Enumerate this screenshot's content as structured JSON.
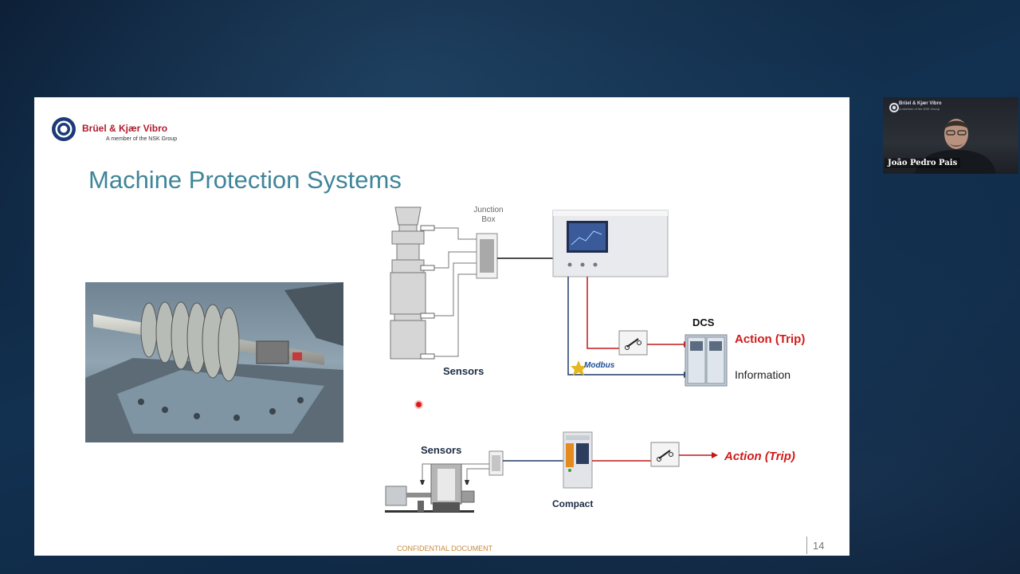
{
  "slide": {
    "logo_name": "Brüel & Kjær Vibro",
    "logo_sub": "A member of the NSK Group",
    "title": "Machine Protection Systems",
    "footer": "CONFIDENTIAL DOCUMENT",
    "page_number": "14"
  },
  "diagram": {
    "junction_box_label": "Junction\nBox",
    "sensors_top": "Sensors",
    "dcs": "DCS",
    "action_trip_top": "Action (Trip)",
    "information": "Information",
    "modbus": "Modbus",
    "sensors_bottom": "Sensors",
    "compact": "Compact",
    "action_trip_bottom": "Action (Trip)"
  },
  "video_tile": {
    "brand": "Brüel & Kjær Vibro",
    "brand_sub": "A member of the NSK Group",
    "participant_name": "João Pedro Pais"
  },
  "colors": {
    "title": "#3f8599",
    "trip_red": "#d11a1a",
    "brand_red": "#b01c2e",
    "line_blue": "#1f3a66"
  }
}
